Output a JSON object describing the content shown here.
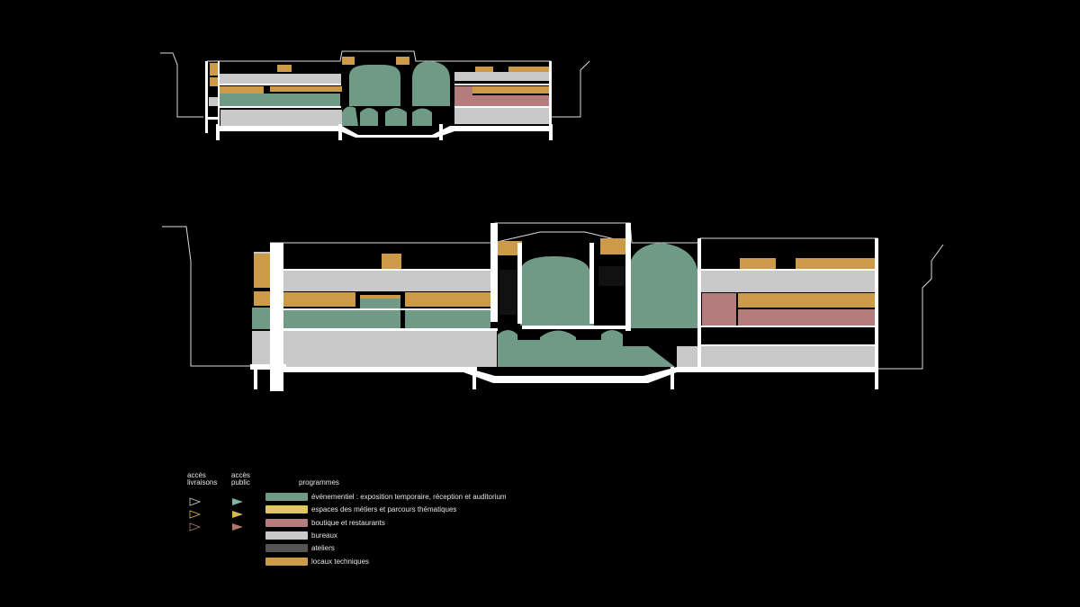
{
  "legend": {
    "access_delivery_label_1": "accès",
    "access_delivery_label_2": "livraisons",
    "access_public_label_1": "accès",
    "access_public_label_2": "public",
    "programmes_title": "programmes",
    "items": [
      {
        "label": "événementiel : exposition temporaire, réception et auditorium",
        "color": "#6f9a86"
      },
      {
        "label": "espaces des métiers et parcours thématiques",
        "color": "#e0c660"
      },
      {
        "label": "boutique et restaurants",
        "color": "#b47c7c"
      },
      {
        "label": "bureaux",
        "color": "#c9c9c9"
      },
      {
        "label": "ateliers",
        "color": "#555555"
      },
      {
        "label": "locaux techniques",
        "color": "#cc9a48"
      }
    ],
    "arrow_colors": [
      "#cfcfcf",
      "#d9b64a",
      "#b07a6a"
    ]
  },
  "colors": {
    "event": "#6f9a86",
    "office": "#c9c9c9",
    "technical": "#cc9a48",
    "shop": "#b47c7c",
    "structure": "#ffffff",
    "background": "#000000"
  }
}
